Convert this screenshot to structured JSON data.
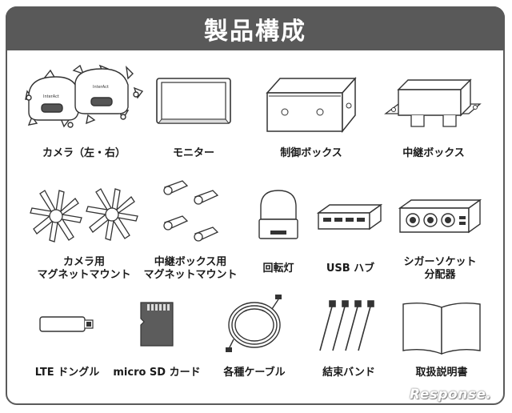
{
  "header": {
    "title": "製品構成"
  },
  "items": [
    {
      "icon": "camera-pair-icon",
      "label": "カメラ（左・右）"
    },
    {
      "icon": "monitor-icon",
      "label": "モニター"
    },
    {
      "icon": "control-box-icon",
      "label": "制御ボックス"
    },
    {
      "icon": "relay-box-icon",
      "label": "中継ボックス"
    },
    {
      "icon": "camera-magnet-mount-icon",
      "label": "カメラ用\nマグネットマウント"
    },
    {
      "icon": "relay-magnet-mount-icon",
      "label": "中継ボックス用\nマグネットマウント"
    },
    {
      "icon": "rotating-light-icon",
      "label": "回転灯"
    },
    {
      "icon": "usb-hub-icon",
      "label": "USB ハブ"
    },
    {
      "icon": "cigarette-socket-splitter-icon",
      "label": "シガーソケット\n分配器"
    },
    {
      "icon": "lte-dongle-icon",
      "label": "LTE ドングル"
    },
    {
      "icon": "microsd-card-icon",
      "label": "micro SD カード"
    },
    {
      "icon": "cable-icon",
      "label": "各種ケーブル"
    },
    {
      "icon": "cable-ties-icon",
      "label": "結束バンド"
    },
    {
      "icon": "manual-icon",
      "label": "取扱説明書"
    }
  ],
  "camera_brand_text": "InterAct",
  "watermark": "Response."
}
